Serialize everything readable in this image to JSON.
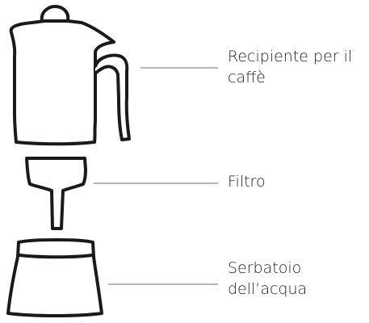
{
  "parts": [
    {
      "id": "container",
      "lines": [
        "Recipiente per il",
        "caffè"
      ]
    },
    {
      "id": "filter",
      "lines": [
        "Filtro"
      ]
    },
    {
      "id": "reservoir",
      "lines": [
        "Serbatoio",
        "dell’acqua"
      ]
    }
  ],
  "colors": {
    "outline": "#1a1a1a",
    "leader": "#8a8a8a",
    "text": "#222222",
    "background": "#ffffff"
  }
}
